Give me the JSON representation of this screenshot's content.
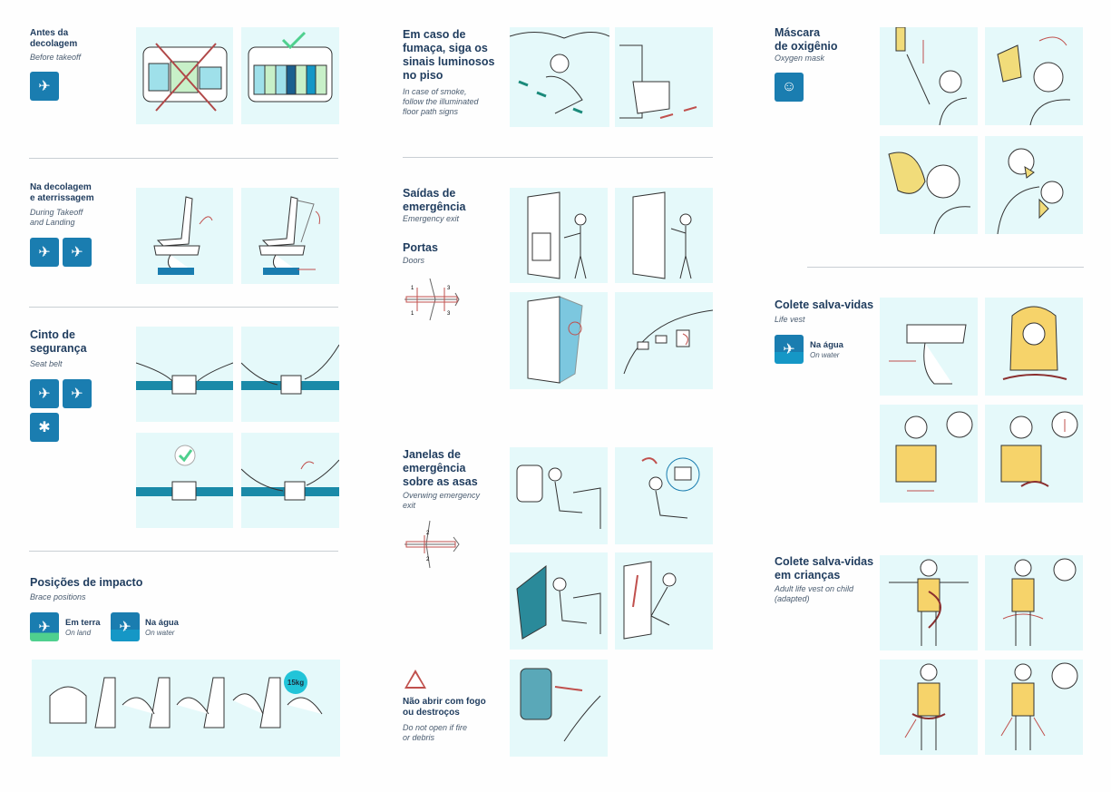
{
  "sections": {
    "before_takeoff": {
      "title_l1": "Antes da",
      "title_l2": "decolagem",
      "subtitle": "Before takeoff"
    },
    "takeoff_landing": {
      "title_l1": "Na decolagem",
      "title_l2": "e aterrissagem",
      "subtitle_l1": "During Takeoff",
      "subtitle_l2": "and Landing"
    },
    "seat_belt": {
      "title_l1": "Cinto de",
      "title_l2": "segurança",
      "subtitle": "Seat belt"
    },
    "brace": {
      "title": "Posições de impacto",
      "subtitle": "Brace positions",
      "land_label": "Em terra",
      "land_sub": "On land",
      "water_label": "Na água",
      "water_sub": "On water",
      "weight_badge": "15kg"
    },
    "smoke": {
      "title_l1": "Em caso de",
      "title_l2": "fumaça, siga os",
      "title_l3": "sinais luminosos",
      "title_l4": "no piso",
      "subtitle_l1": "In case of smoke,",
      "subtitle_l2": "follow the illuminated",
      "subtitle_l3": "floor path signs"
    },
    "exits": {
      "title_l1": "Saídas de",
      "title_l2": "emergência",
      "subtitle": "Emergency exit",
      "doors_title": "Portas",
      "doors_subtitle": "Doors",
      "door_numbers": [
        "1",
        "3",
        "1",
        "3"
      ]
    },
    "overwing": {
      "title_l1": "Janelas de",
      "title_l2": "emergência",
      "title_l3": "sobre as asas",
      "subtitle_l1": "Overwing emergency",
      "subtitle_l2": "exit",
      "window_numbers": [
        "2",
        "2"
      ]
    },
    "fire": {
      "title_l1": "Não abrir com fogo",
      "title_l2": "ou destroços",
      "subtitle_l1": "Do not open if fire",
      "subtitle_l2": "or debris"
    },
    "oxygen": {
      "title_l1": "Máscara",
      "title_l2": "de oxigênio",
      "subtitle": "Oxygen mask"
    },
    "life_vest": {
      "title": "Colete salva-vidas",
      "subtitle": "Life vest",
      "water_label": "Na água",
      "water_sub": "On water"
    },
    "child_vest": {
      "title_l1": "Colete salva-vidas",
      "title_l2": "em crianças",
      "subtitle_l1": "Adult life vest on child",
      "subtitle_l2": "(adapted)"
    }
  },
  "colors": {
    "panel": "#e5f9fa",
    "icon": "#1a7db0",
    "title": "#1f3c5e",
    "arrow": "#c0504d",
    "check": "#4fd08e"
  }
}
